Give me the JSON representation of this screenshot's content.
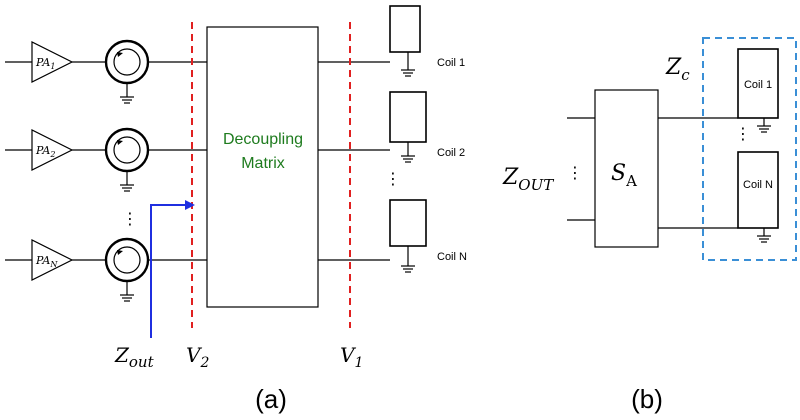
{
  "panel_a": {
    "amplifiers": [
      {
        "base": "PA",
        "sub": "1"
      },
      {
        "base": "PA",
        "sub": "2"
      },
      {
        "base": "PA",
        "sub": "N"
      }
    ],
    "matrix_line1": "Decoupling",
    "matrix_line2": "Matrix",
    "coils": [
      "Coil 1",
      "Coil 2",
      "Coil N"
    ],
    "vdots": "⋮",
    "z_out": {
      "base": "Z",
      "sub": "out"
    },
    "v2": {
      "base": "V",
      "sub": "2"
    },
    "v1": {
      "base": "V",
      "sub": "1"
    },
    "caption": "(a)",
    "colors": {
      "plane": "#e02020",
      "arrow": "#1f2fe0",
      "matrix_text": "#1e7b1e"
    }
  },
  "panel_b": {
    "z_out": {
      "base": "Z",
      "sub": "OUT"
    },
    "z_c": {
      "base": "Z",
      "sub": "c"
    },
    "s_a": {
      "base": "S",
      "sub": "A"
    },
    "coils": [
      "Coil 1",
      "Coil N"
    ],
    "vdots": "⋮",
    "caption": "(b)",
    "colors": {
      "dashed_box": "#3a8fd6"
    }
  }
}
